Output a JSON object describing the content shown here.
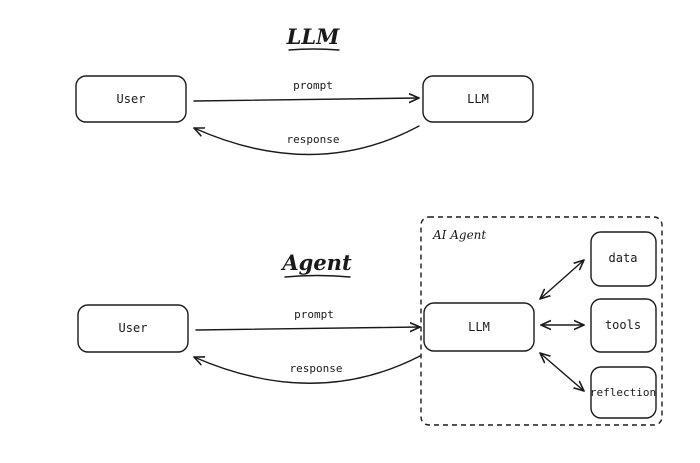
{
  "top": {
    "heading": "LLM",
    "user_label": "User",
    "llm_label": "LLM",
    "prompt_label": "prompt",
    "response_label": "response"
  },
  "bottom": {
    "heading": "Agent",
    "user_label": "User",
    "llm_label": "LLM",
    "prompt_label": "prompt",
    "response_label": "response",
    "group_label": "AI Agent",
    "data_label": "data",
    "tools_label": "tools",
    "reflection_label": "reflection"
  }
}
